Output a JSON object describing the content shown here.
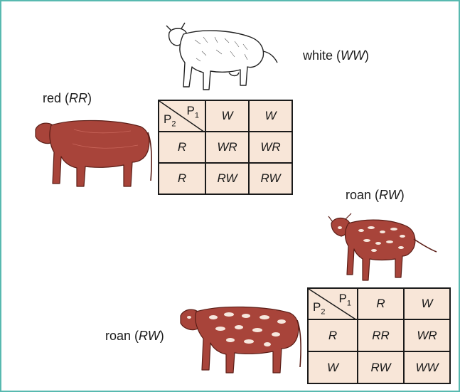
{
  "labels": {
    "white_name": "white (",
    "white_geno": "WW",
    "red_name": "red (",
    "red_geno": "RR",
    "roan1_name": "roan (",
    "roan1_geno": "RW",
    "roan2_name": "roan (",
    "roan2_geno": "RW",
    "close": ")"
  },
  "square1": {
    "p1": "P",
    "p1_sub": "1",
    "p2": "P",
    "p2_sub": "2",
    "col_headers": [
      "W",
      "W"
    ],
    "row_headers": [
      "R",
      "R"
    ],
    "cells": [
      [
        "WR",
        "WR"
      ],
      [
        "RW",
        "RW"
      ]
    ]
  },
  "square2": {
    "p1": "P",
    "p1_sub": "1",
    "p2": "P",
    "p2_sub": "2",
    "col_headers": [
      "R",
      "W"
    ],
    "row_headers": [
      "R",
      "W"
    ],
    "cells": [
      [
        "RR",
        "WR"
      ],
      [
        "RW",
        "WW"
      ]
    ]
  },
  "colors": {
    "border": "#58b9b0",
    "red_coat": "#a8443a",
    "cell_beige": "#f8e6d8",
    "roan_cell": "#b0483a"
  },
  "icons": [
    "white-cow-drawing",
    "red-bull-drawing",
    "roan-cow-drawing",
    "roan-bull-drawing"
  ]
}
